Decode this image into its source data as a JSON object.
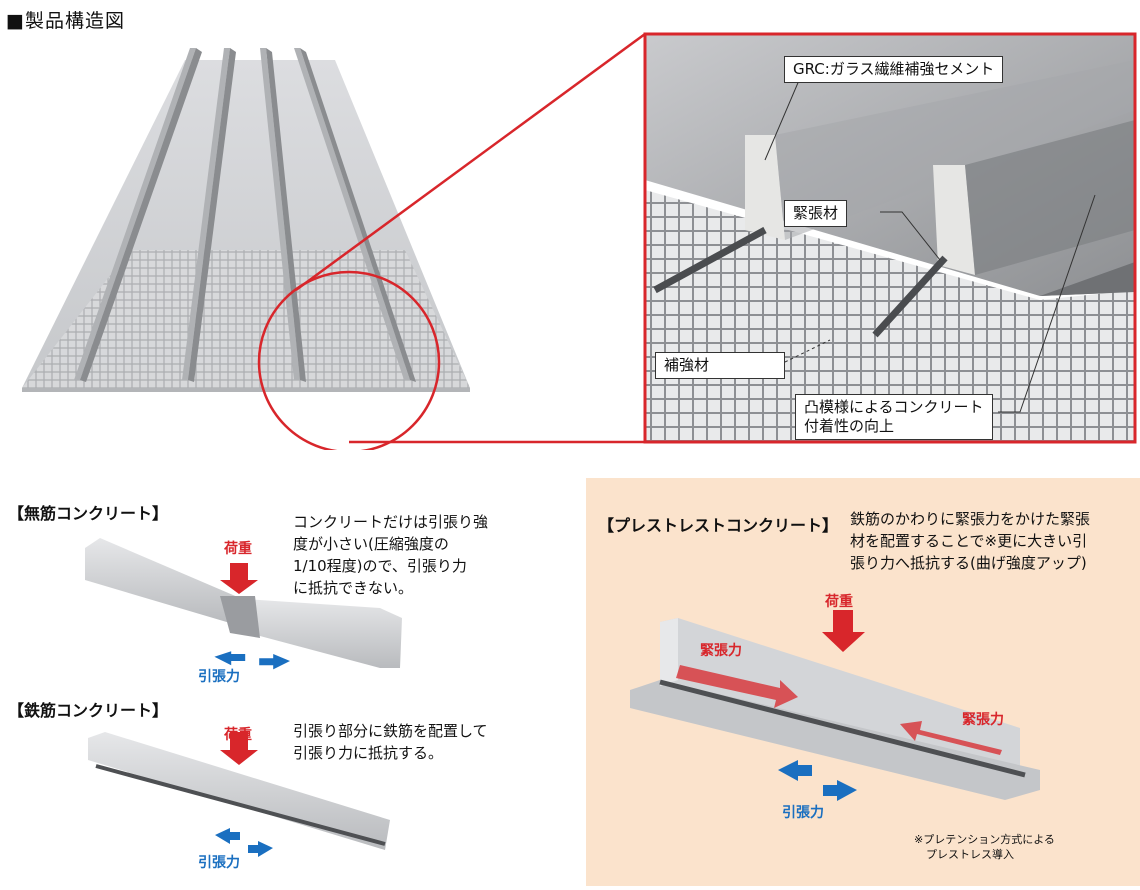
{
  "title": "■製品構造図",
  "detail": {
    "grc_label": "GRC:ガラス繊維補強セメント",
    "tendon_label": "緊張材",
    "reinforcement_label": "補強材",
    "surface_label_line1": "凸模様によるコンクリート",
    "surface_label_line2": "付着性の向上"
  },
  "plain_concrete": {
    "heading": "【無筋コンクリート】",
    "description_lines": [
      "コンクリートだけは引張り強",
      "度が小さい(圧縮強度の",
      "1/10程度)ので、引張り力",
      "に抵抗できない。"
    ],
    "load_label": "荷重",
    "tension_label": "引張力"
  },
  "reinforced_concrete": {
    "heading": "【鉄筋コンクリート】",
    "description_lines": [
      "引張り部分に鉄筋を配置して",
      "引張り力に抵抗する。"
    ],
    "load_label": "荷重",
    "tension_label": "引張力"
  },
  "prestressed_concrete": {
    "heading": "【プレストレストコンクリート】",
    "description_lines": [
      "鉄筋のかわりに緊張力をかけた緊張",
      "材を配置することで※更に大きい引",
      "張り力へ抵抗する(曲げ強度アップ)"
    ],
    "load_label": "荷重",
    "prestress_label_left": "緊張力",
    "prestress_label_right": "緊張力",
    "tension_label": "引張力",
    "note_line1": "※プレテンション方式による",
    "note_line2": "プレストレス導入"
  },
  "colors": {
    "accent_red": "#d8262b",
    "tension_blue": "#1a6fc0",
    "panel_background": "#fbe3cc"
  }
}
